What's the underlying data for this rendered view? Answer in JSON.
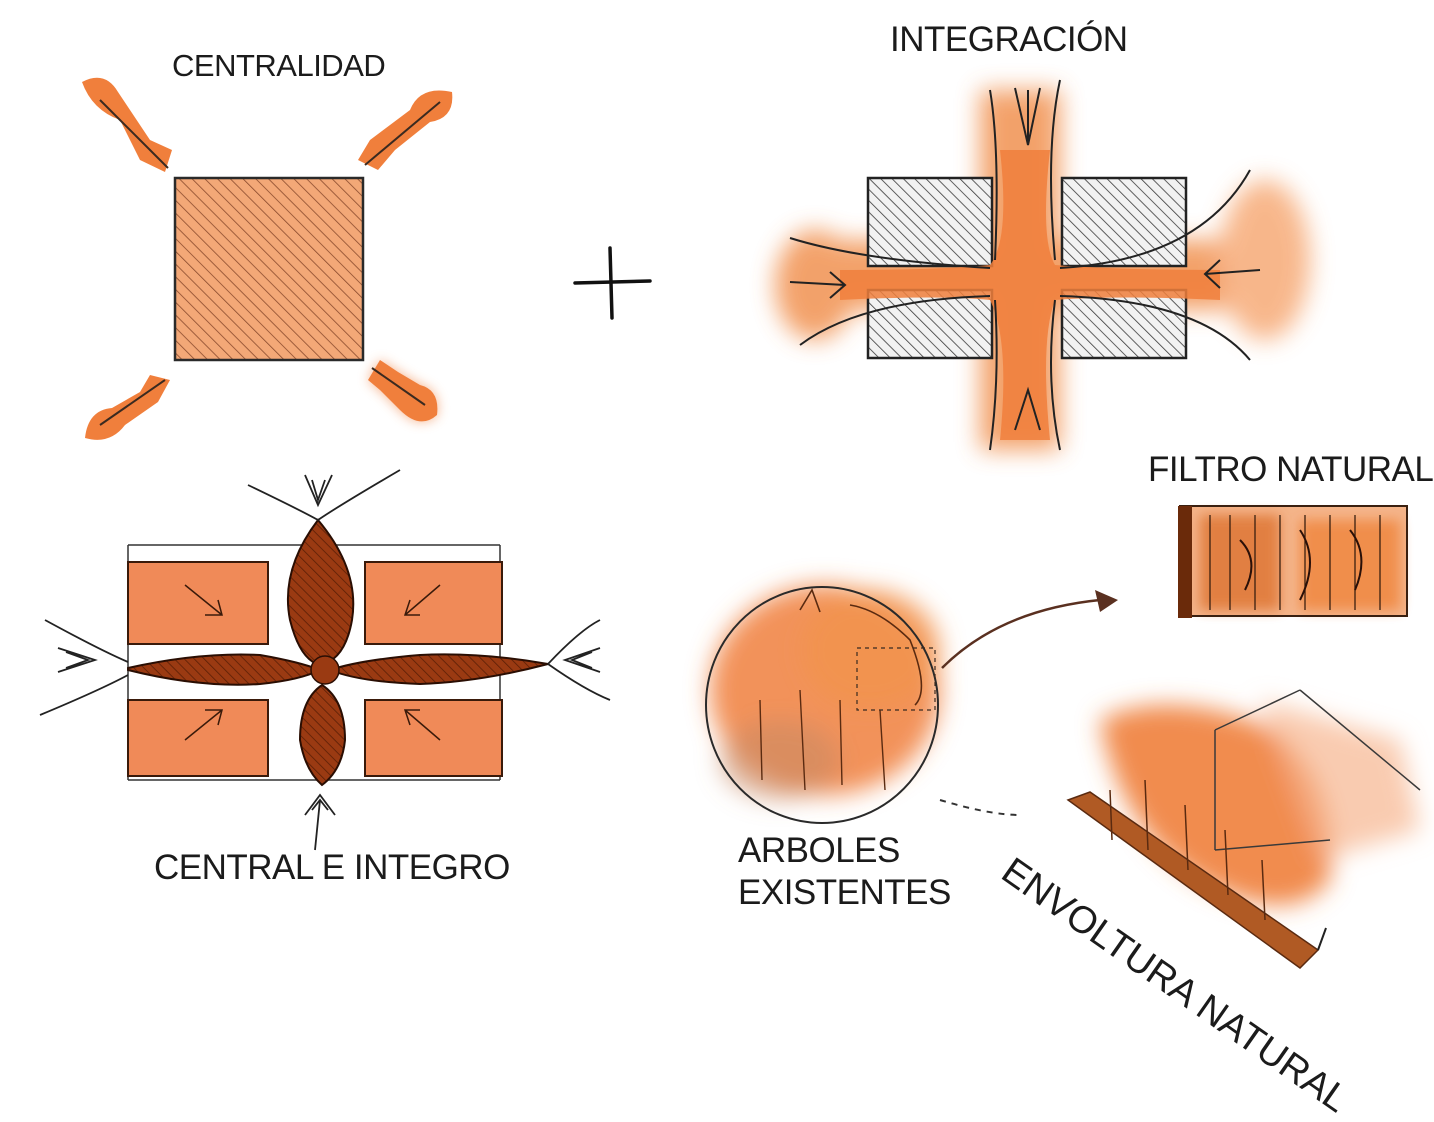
{
  "labels": {
    "centralidad": "CENTRALIDAD",
    "integracion": "INTEGRACIÓN",
    "filtro_natural": "FILTRO NATURAL",
    "central_e_integro": "CENTRAL E INTEGRO",
    "arboles_line1": "ARBOLES",
    "arboles_line2": "EXISTENTES",
    "envoltura_natural": "ENVOLTURA NATURAL",
    "plus_sign": "+"
  },
  "colors": {
    "orange": "#f07f3c",
    "light_orange": "#f6a56e",
    "brick": "#f08a58",
    "dark_brown": "#8a3413",
    "ink": "#1b1b1b",
    "gray_hatch": "#555555"
  }
}
